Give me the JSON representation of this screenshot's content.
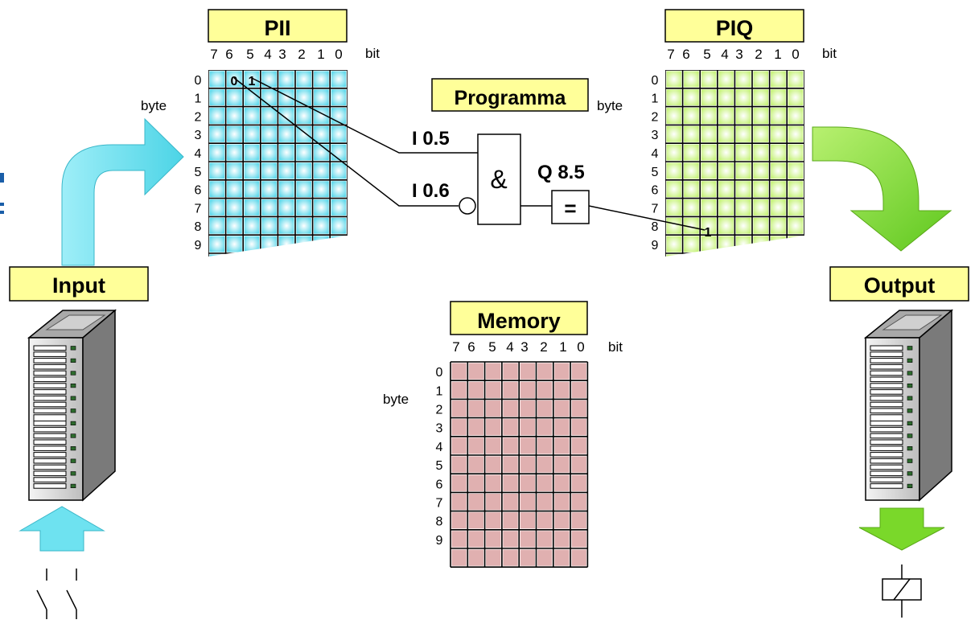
{
  "pii": {
    "title": "PII",
    "bit_header": [
      "7",
      "6",
      "5",
      "4",
      "3",
      "2",
      "1",
      "0"
    ],
    "bit_label": "bit",
    "byte_label": "byte",
    "rows": [
      "0",
      "1",
      "2",
      "3",
      "4",
      "5",
      "6",
      "7",
      "8",
      "9"
    ],
    "cell_values": [
      "0",
      "1"
    ]
  },
  "piq": {
    "title": "PIQ",
    "bit_header": [
      "7",
      "6",
      "5",
      "4",
      "3",
      "2",
      "1",
      "0"
    ],
    "bit_label": "bit",
    "byte_label": "byte",
    "rows": [
      "0",
      "1",
      "2",
      "3",
      "4",
      "5",
      "6",
      "7",
      "8",
      "9"
    ],
    "cell_value": "1"
  },
  "memory": {
    "title": "Memory",
    "bit_header": [
      "7",
      "6",
      "5",
      "4",
      "3",
      "2",
      "1",
      "0"
    ],
    "bit_label": "bit",
    "byte_label": "byte",
    "rows": [
      "0",
      "1",
      "2",
      "3",
      "4",
      "5",
      "6",
      "7",
      "8",
      "9"
    ]
  },
  "program": {
    "title": "Programma",
    "input_a": "I 0.5",
    "input_b": "I 0.6",
    "and_symbol": "&",
    "output_label": "Q 8.5",
    "assign_symbol": "="
  },
  "input_module": {
    "label": "Input"
  },
  "output_module": {
    "label": "Output"
  },
  "colors": {
    "label_fill": "#ffff99",
    "pii_cell": "#6fe0ee",
    "piq_cell": "#ccf57a",
    "memory_cell": "#e0b0b0",
    "input_arrow": "#66ddee",
    "output_arrow": "#7ad82a"
  }
}
